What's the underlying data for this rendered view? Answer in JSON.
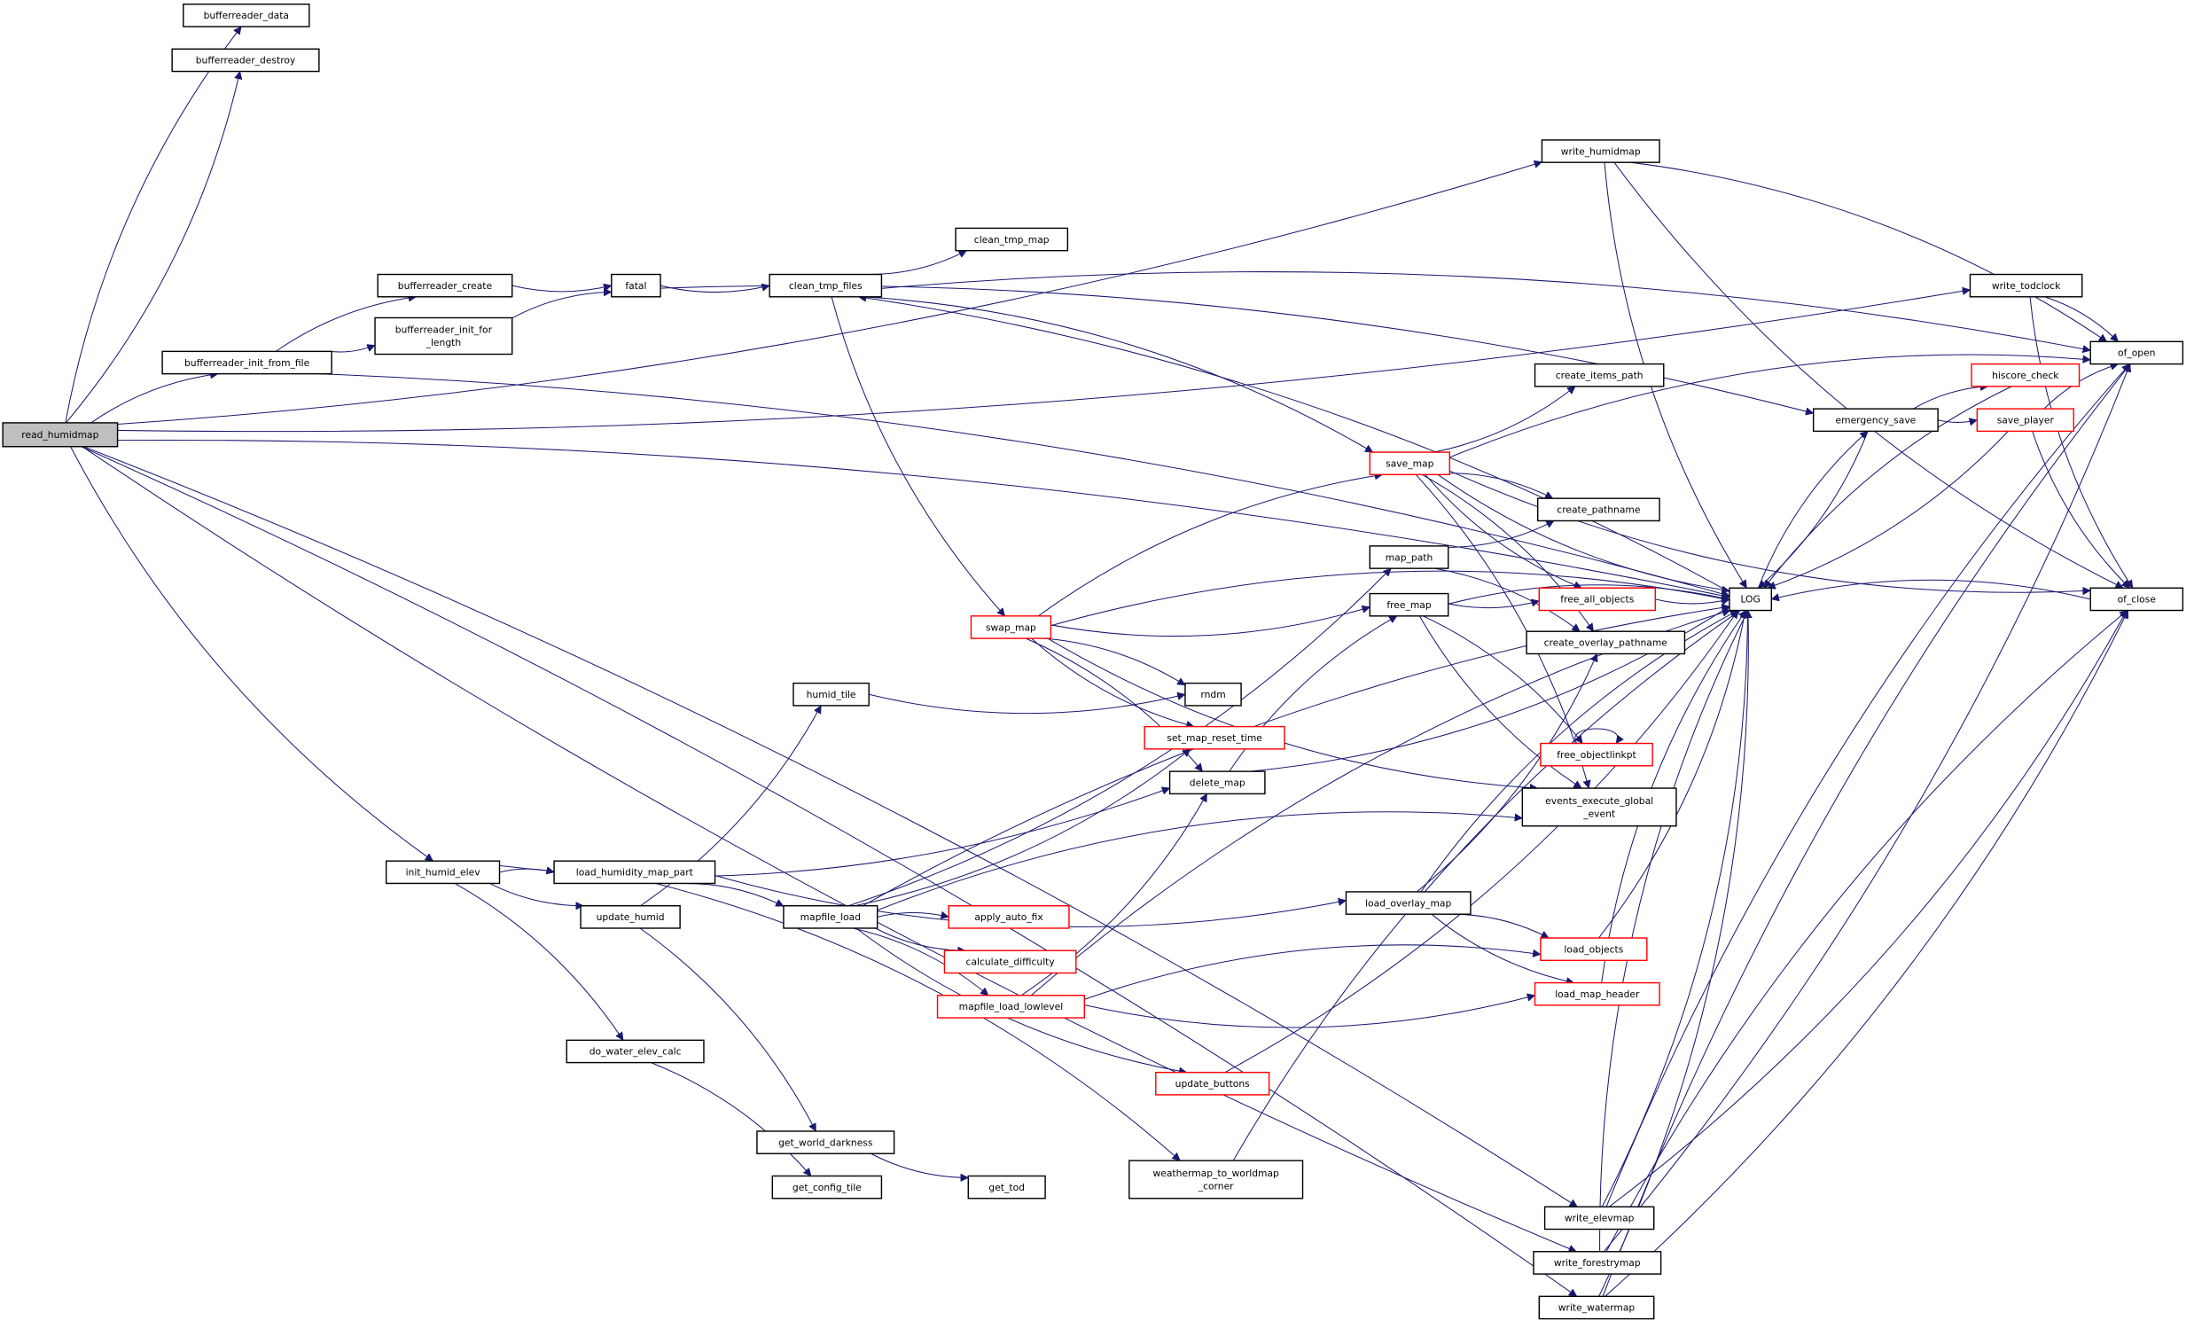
{
  "diagram": {
    "type": "call-graph",
    "colors": {
      "edge": "#191970",
      "node_border": "#000000",
      "node_border_truncated": "#ff0000",
      "root_fill": "#bfbfbf",
      "node_fill": "#ffffff"
    },
    "root": "read_humidmap",
    "nodes": [
      {
        "id": "read_humidmap",
        "label": [
          "read_humidmap"
        ],
        "style": "root"
      },
      {
        "id": "bufferreader_data",
        "label": [
          "bufferreader_data"
        ],
        "style": "normal"
      },
      {
        "id": "bufferreader_destroy",
        "label": [
          "bufferreader_destroy"
        ],
        "style": "normal"
      },
      {
        "id": "bufferreader_init_from_file",
        "label": [
          "bufferreader_init_from_file"
        ],
        "style": "normal"
      },
      {
        "id": "bufferreader_create",
        "label": [
          "bufferreader_create"
        ],
        "style": "normal"
      },
      {
        "id": "bufferreader_init_for_length",
        "label": [
          "bufferreader_init_for",
          "_length"
        ],
        "style": "normal"
      },
      {
        "id": "fatal",
        "label": [
          "fatal"
        ],
        "style": "normal"
      },
      {
        "id": "clean_tmp_files",
        "label": [
          "clean_tmp_files"
        ],
        "style": "normal"
      },
      {
        "id": "clean_tmp_map",
        "label": [
          "clean_tmp_map"
        ],
        "style": "normal"
      },
      {
        "id": "write_humidmap",
        "label": [
          "write_humidmap"
        ],
        "style": "normal"
      },
      {
        "id": "write_todclock",
        "label": [
          "write_todclock"
        ],
        "style": "normal"
      },
      {
        "id": "of_open",
        "label": [
          "of_open"
        ],
        "style": "normal"
      },
      {
        "id": "emergency_save",
        "label": [
          "emergency_save"
        ],
        "style": "normal"
      },
      {
        "id": "hiscore_check",
        "label": [
          "hiscore_check"
        ],
        "style": "truncated"
      },
      {
        "id": "save_player",
        "label": [
          "save_player"
        ],
        "style": "truncated"
      },
      {
        "id": "save_map",
        "label": [
          "save_map"
        ],
        "style": "truncated"
      },
      {
        "id": "create_items_path",
        "label": [
          "create_items_path"
        ],
        "style": "normal"
      },
      {
        "id": "create_pathname",
        "label": [
          "create_pathname"
        ],
        "style": "normal"
      },
      {
        "id": "map_path",
        "label": [
          "map_path"
        ],
        "style": "normal"
      },
      {
        "id": "free_map",
        "label": [
          "free_map"
        ],
        "style": "normal"
      },
      {
        "id": "free_all_objects",
        "label": [
          "free_all_objects"
        ],
        "style": "truncated"
      },
      {
        "id": "LOG",
        "label": [
          "LOG"
        ],
        "style": "normal"
      },
      {
        "id": "of_close",
        "label": [
          "of_close"
        ],
        "style": "normal"
      },
      {
        "id": "create_overlay_pathname",
        "label": [
          "create_overlay_pathname"
        ],
        "style": "normal"
      },
      {
        "id": "swap_map",
        "label": [
          "swap_map"
        ],
        "style": "truncated"
      },
      {
        "id": "humid_tile",
        "label": [
          "humid_tile"
        ],
        "style": "normal"
      },
      {
        "id": "rndm",
        "label": [
          "rndm"
        ],
        "style": "normal"
      },
      {
        "id": "set_map_reset_time",
        "label": [
          "set_map_reset_time"
        ],
        "style": "truncated"
      },
      {
        "id": "delete_map",
        "label": [
          "delete_map"
        ],
        "style": "normal"
      },
      {
        "id": "free_objectlinkpt",
        "label": [
          "free_objectlinkpt"
        ],
        "style": "truncated"
      },
      {
        "id": "events_execute_global_event",
        "label": [
          "events_execute_global",
          "_event"
        ],
        "style": "normal"
      },
      {
        "id": "init_humid_elev",
        "label": [
          "init_humid_elev"
        ],
        "style": "normal"
      },
      {
        "id": "load_humidity_map_part",
        "label": [
          "load_humidity_map_part"
        ],
        "style": "normal"
      },
      {
        "id": "update_humid",
        "label": [
          "update_humid"
        ],
        "style": "normal"
      },
      {
        "id": "mapfile_load",
        "label": [
          "mapfile_load"
        ],
        "style": "normal"
      },
      {
        "id": "load_overlay_map",
        "label": [
          "load_overlay_map"
        ],
        "style": "normal"
      },
      {
        "id": "apply_auto_fix",
        "label": [
          "apply_auto_fix"
        ],
        "style": "truncated"
      },
      {
        "id": "calculate_difficulty",
        "label": [
          "calculate_difficulty"
        ],
        "style": "truncated"
      },
      {
        "id": "load_objects",
        "label": [
          "load_objects"
        ],
        "style": "truncated"
      },
      {
        "id": "mapfile_load_lowlevel",
        "label": [
          "mapfile_load_lowlevel"
        ],
        "style": "truncated"
      },
      {
        "id": "load_map_header",
        "label": [
          "load_map_header"
        ],
        "style": "truncated"
      },
      {
        "id": "update_buttons",
        "label": [
          "update_buttons"
        ],
        "style": "truncated"
      },
      {
        "id": "do_water_elev_calc",
        "label": [
          "do_water_elev_calc"
        ],
        "style": "normal"
      },
      {
        "id": "get_world_darkness",
        "label": [
          "get_world_darkness"
        ],
        "style": "normal"
      },
      {
        "id": "get_config_tile",
        "label": [
          "get_config_tile"
        ],
        "style": "normal"
      },
      {
        "id": "get_tod",
        "label": [
          "get_tod"
        ],
        "style": "normal"
      },
      {
        "id": "weathermap_to_worldmap_corner",
        "label": [
          "weathermap_to_worldmap",
          "_corner"
        ],
        "style": "normal"
      },
      {
        "id": "write_elevmap",
        "label": [
          "write_elevmap"
        ],
        "style": "normal"
      },
      {
        "id": "write_forestrymap",
        "label": [
          "write_forestrymap"
        ],
        "style": "normal"
      },
      {
        "id": "write_watermap",
        "label": [
          "write_watermap"
        ],
        "style": "normal"
      }
    ],
    "edges": [
      [
        "read_humidmap",
        "bufferreader_data"
      ],
      [
        "read_humidmap",
        "bufferreader_destroy"
      ],
      [
        "read_humidmap",
        "bufferreader_init_from_file"
      ],
      [
        "read_humidmap",
        "write_humidmap"
      ],
      [
        "read_humidmap",
        "LOG"
      ],
      [
        "read_humidmap",
        "init_humid_elev"
      ],
      [
        "read_humidmap",
        "write_elevmap"
      ],
      [
        "read_humidmap",
        "write_forestrymap"
      ],
      [
        "read_humidmap",
        "write_watermap"
      ],
      [
        "read_humidmap",
        "write_todclock"
      ],
      [
        "bufferreader_init_from_file",
        "bufferreader_create"
      ],
      [
        "bufferreader_init_from_file",
        "bufferreader_init_for_length"
      ],
      [
        "bufferreader_init_from_file",
        "LOG"
      ],
      [
        "bufferreader_create",
        "fatal"
      ],
      [
        "bufferreader_init_for_length",
        "fatal"
      ],
      [
        "fatal",
        "clean_tmp_files"
      ],
      [
        "fatal",
        "emergency_save"
      ],
      [
        "clean_tmp_files",
        "clean_tmp_map"
      ],
      [
        "clean_tmp_files",
        "save_map"
      ],
      [
        "clean_tmp_files",
        "swap_map"
      ],
      [
        "clean_tmp_files",
        "of_open"
      ],
      [
        "LOG",
        "clean_tmp_files"
      ],
      [
        "LOG",
        "emergency_save"
      ],
      [
        "write_humidmap",
        "LOG"
      ],
      [
        "write_humidmap",
        "of_open"
      ],
      [
        "write_humidmap",
        "of_close"
      ],
      [
        "write_todclock",
        "of_open"
      ],
      [
        "write_todclock",
        "of_close"
      ],
      [
        "emergency_save",
        "hiscore_check"
      ],
      [
        "emergency_save",
        "save_player"
      ],
      [
        "emergency_save",
        "LOG"
      ],
      [
        "hiscore_check",
        "LOG"
      ],
      [
        "save_player",
        "of_open"
      ],
      [
        "save_player",
        "of_close"
      ],
      [
        "save_player",
        "LOG"
      ],
      [
        "save_map",
        "create_items_path"
      ],
      [
        "save_map",
        "create_pathname"
      ],
      [
        "save_map",
        "free_all_objects"
      ],
      [
        "save_map",
        "create_overlay_pathname"
      ],
      [
        "save_map",
        "LOG"
      ],
      [
        "save_map",
        "of_open"
      ],
      [
        "save_map",
        "of_close"
      ],
      [
        "save_map",
        "events_execute_global_event"
      ],
      [
        "map_path",
        "create_pathname"
      ],
      [
        "map_path",
        "create_overlay_pathname"
      ],
      [
        "free_map",
        "free_all_objects"
      ],
      [
        "free_map",
        "free_objectlinkpt"
      ],
      [
        "free_map",
        "events_execute_global_event"
      ],
      [
        "free_map",
        "LOG"
      ],
      [
        "free_all_objects",
        "LOG"
      ],
      [
        "free_objectlinkpt",
        "free_objectlinkpt"
      ],
      [
        "of_close",
        "LOG"
      ],
      [
        "swap_map",
        "save_map"
      ],
      [
        "swap_map",
        "free_map"
      ],
      [
        "swap_map",
        "rndm"
      ],
      [
        "swap_map",
        "set_map_reset_time"
      ],
      [
        "swap_map",
        "delete_map"
      ],
      [
        "swap_map",
        "events_execute_global_event"
      ],
      [
        "swap_map",
        "LOG"
      ],
      [
        "humid_tile",
        "rndm"
      ],
      [
        "delete_map",
        "free_map"
      ],
      [
        "delete_map",
        "LOG"
      ],
      [
        "init_humid_elev",
        "load_humidity_map_part"
      ],
      [
        "init_humid_elev",
        "update_humid"
      ],
      [
        "init_humid_elev",
        "do_water_elev_calc"
      ],
      [
        "init_humid_elev",
        "delete_map"
      ],
      [
        "load_humidity_map_part",
        "mapfile_load"
      ],
      [
        "load_humidity_map_part",
        "load_overlay_map"
      ],
      [
        "load_humidity_map_part",
        "weathermap_to_worldmap_corner"
      ],
      [
        "update_humid",
        "humid_tile"
      ],
      [
        "update_humid",
        "get_world_darkness"
      ],
      [
        "mapfile_load",
        "map_path"
      ],
      [
        "mapfile_load",
        "apply_auto_fix"
      ],
      [
        "mapfile_load",
        "calculate_difficulty"
      ],
      [
        "mapfile_load",
        "mapfile_load_lowlevel"
      ],
      [
        "mapfile_load",
        "set_map_reset_time"
      ],
      [
        "mapfile_load",
        "events_execute_global_event"
      ],
      [
        "mapfile_load",
        "update_buttons"
      ],
      [
        "mapfile_load",
        "LOG"
      ],
      [
        "load_overlay_map",
        "create_overlay_pathname"
      ],
      [
        "load_overlay_map",
        "load_objects"
      ],
      [
        "load_overlay_map",
        "load_map_header"
      ],
      [
        "load_overlay_map",
        "LOG"
      ],
      [
        "mapfile_load_lowlevel",
        "delete_map"
      ],
      [
        "mapfile_load_lowlevel",
        "load_objects"
      ],
      [
        "mapfile_load_lowlevel",
        "load_map_header"
      ],
      [
        "mapfile_load_lowlevel",
        "LOG"
      ],
      [
        "load_objects",
        "LOG"
      ],
      [
        "load_map_header",
        "LOG"
      ],
      [
        "update_buttons",
        "LOG"
      ],
      [
        "do_water_elev_calc",
        "get_config_tile"
      ],
      [
        "get_world_darkness",
        "get_tod"
      ],
      [
        "weathermap_to_worldmap_corner",
        "LOG"
      ],
      [
        "write_elevmap",
        "LOG"
      ],
      [
        "write_elevmap",
        "of_open"
      ],
      [
        "write_elevmap",
        "of_close"
      ],
      [
        "write_forestrymap",
        "LOG"
      ],
      [
        "write_forestrymap",
        "of_open"
      ],
      [
        "write_forestrymap",
        "of_close"
      ],
      [
        "write_watermap",
        "LOG"
      ],
      [
        "write_watermap",
        "of_open"
      ],
      [
        "write_watermap",
        "of_close"
      ]
    ]
  }
}
